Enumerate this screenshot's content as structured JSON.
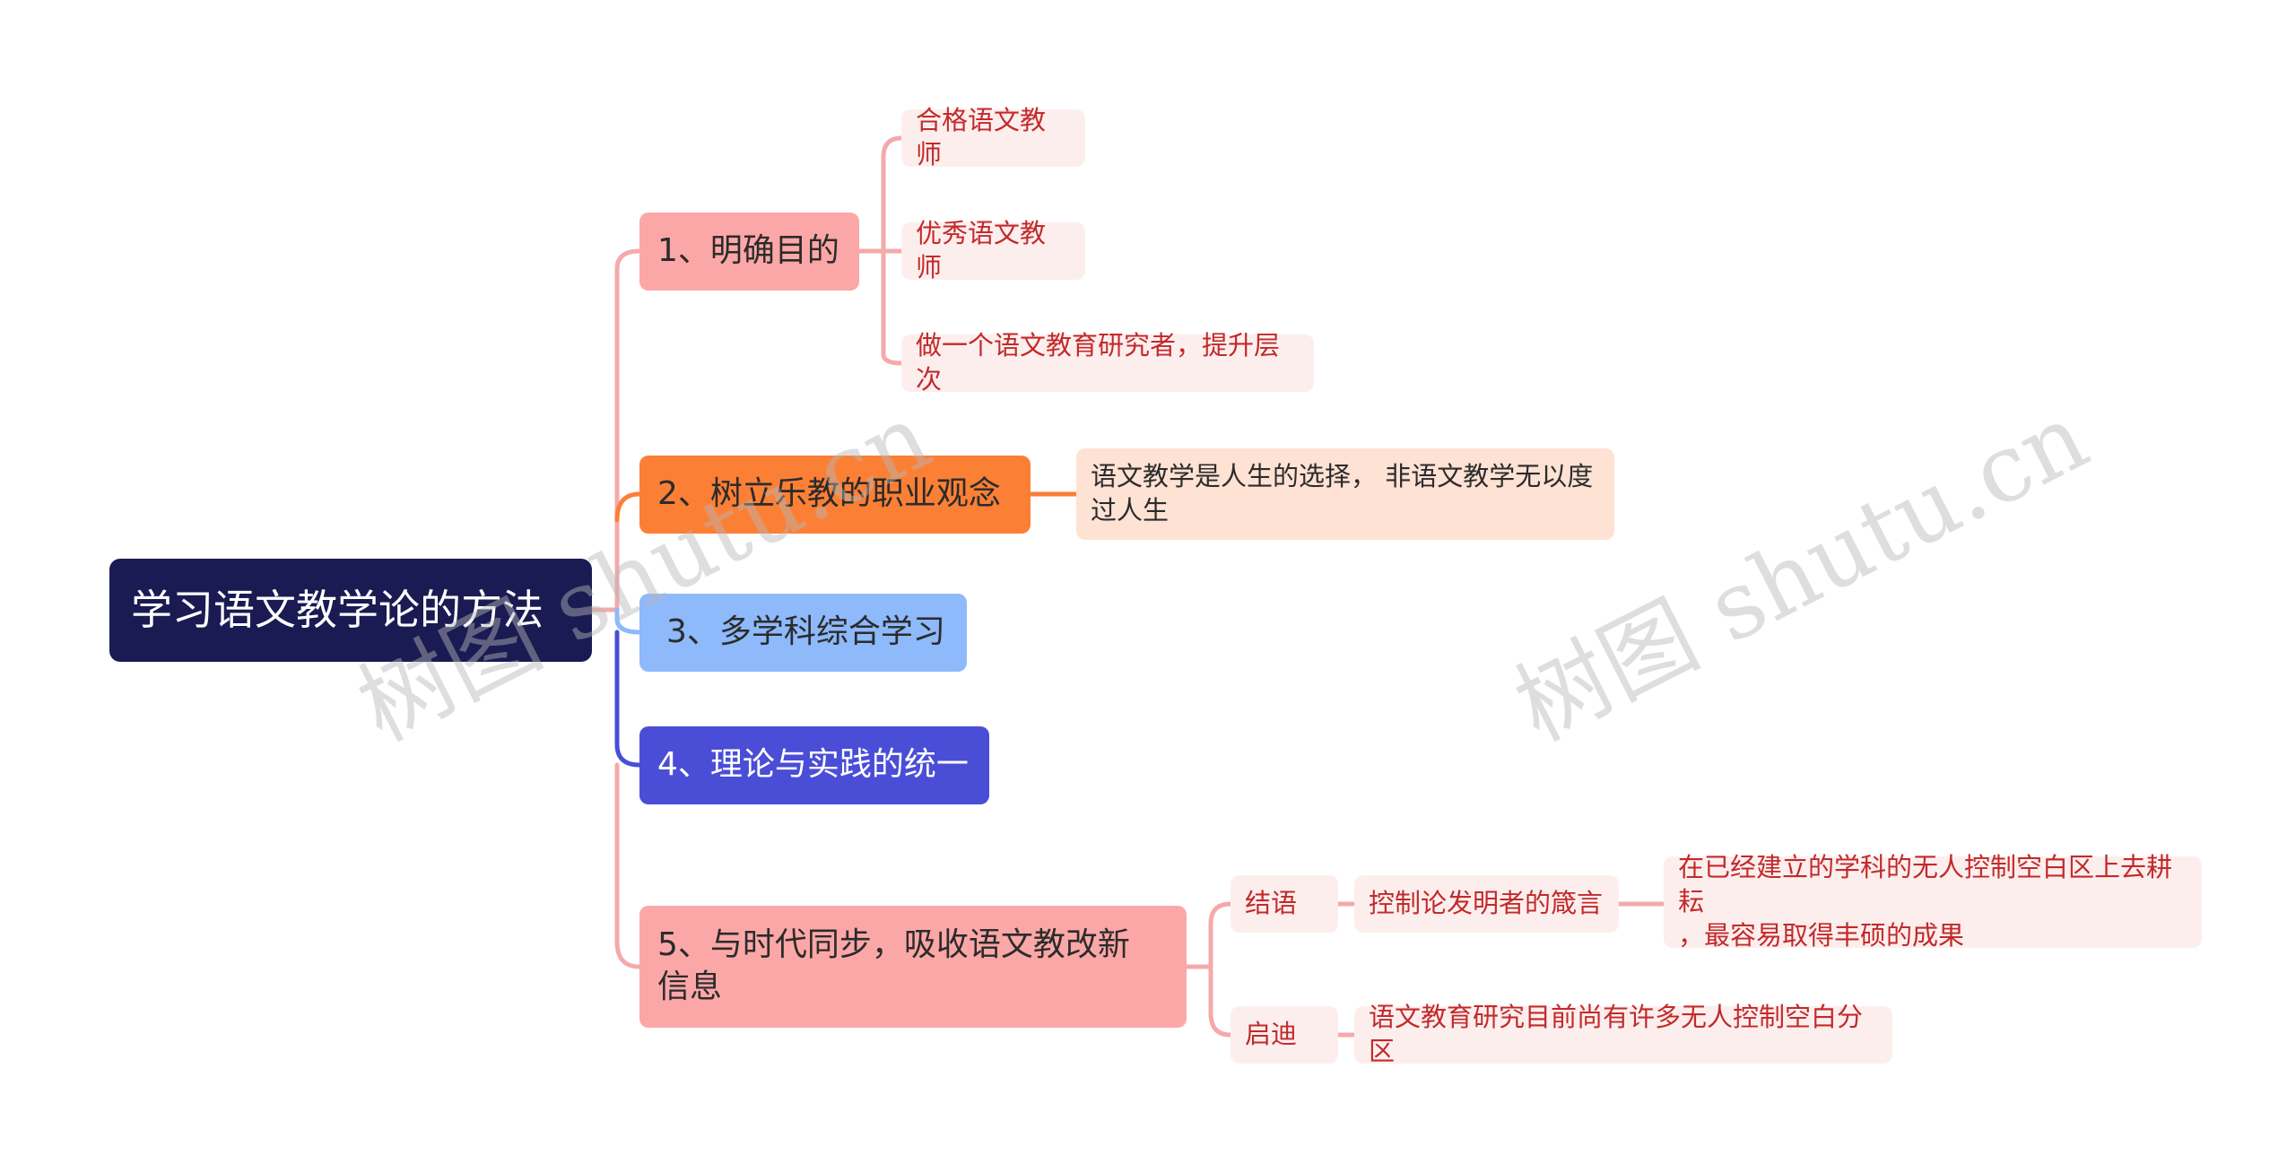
{
  "root": {
    "label": "学习语文教学论的方法",
    "color": "#1a1b52"
  },
  "branches": [
    {
      "label": "1、明确目的",
      "color": "#fca7a7",
      "children": [
        "合格语文教师",
        "优秀语文教师",
        "做一个语文教育研究者，提升层次"
      ]
    },
    {
      "label": "2、树立乐教的职业观念",
      "color": "#fb7f35",
      "children": [
        "语文教学是人生的选择，  非语文教学无以度",
        "过人生"
      ]
    },
    {
      "label": "3、多学科综合学习",
      "color": "#8eb9fb"
    },
    {
      "label": "4、理论与实践的统一",
      "color": "#4a4ed6"
    },
    {
      "label_line1": "5、与时代同步，吸收语文教改新",
      "label_line2": "信息",
      "color": "#fca7a7",
      "children": [
        {
          "label": "结语",
          "child": "控制论发明者的箴言",
          "grandchild_line1": "在已经建立的学科的无人控制空白区上去耕耘",
          "grandchild_line2": "，最容易取得丰硕的成果"
        },
        {
          "label": "启迪",
          "child": "语文教育研究目前尚有许多无人控制空白分区"
        }
      ]
    }
  ],
  "watermark": "树图 shutu.cn"
}
